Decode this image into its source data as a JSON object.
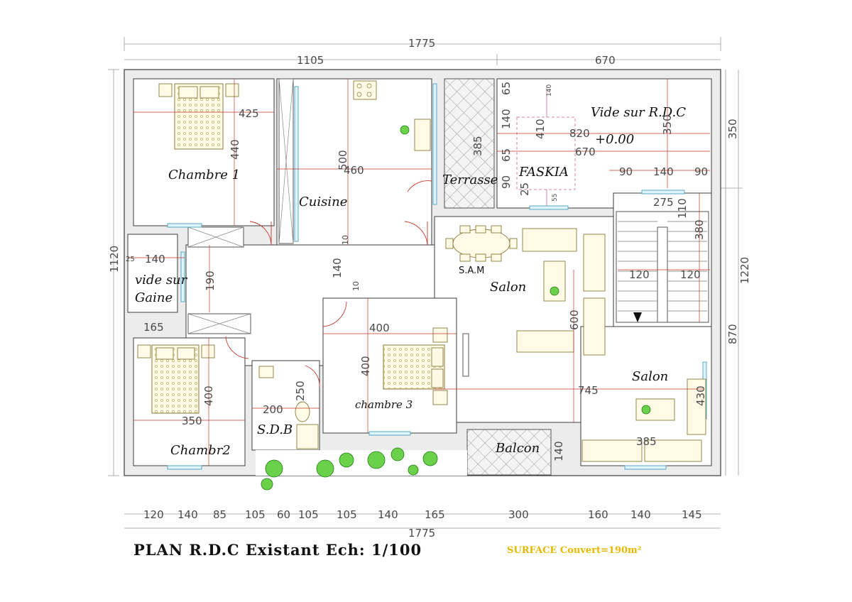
{
  "title": {
    "main": "PLAN R.D.C Existant Ech: 1/100",
    "surface": "SURFACE Couvert=190m²"
  },
  "colors": {
    "wall_fill": "#ececec",
    "dimension_line": "#c0392b",
    "window": "#58a9c6",
    "surface_text": "#e6b800",
    "plants": "#6bd14a"
  },
  "rooms": {
    "chambre1": "Chambre 1",
    "cuisine": "Cuisine",
    "terrasse": "Terrasse",
    "faskia": "FASKIA",
    "vide_rdc": "Vide sur R.D.C",
    "level": "+0.00",
    "vide_gaine_1": "vide sur",
    "vide_gaine_2": "Gaine",
    "sam": "S.A.M",
    "salon1": "Salon",
    "salon2": "Salon",
    "chambre3": "chambre 3",
    "chambre2": "Chambr2",
    "sdb": "S.D.B",
    "balcon": "Balcon"
  },
  "dimensions": {
    "top_total": "1775",
    "top_left": "1105",
    "top_right": "670",
    "bottom_total": "1775",
    "bottom_segments": [
      "120",
      "140",
      "85",
      "105",
      "60",
      "105",
      "105",
      "140",
      "165",
      "300",
      "160",
      "140",
      "145"
    ],
    "left_total": "1120",
    "right_top": "350",
    "right_mid": "1220",
    "right_bottom": "870",
    "interior": {
      "ch1_w": "425",
      "ch1_h": "440",
      "cuisine_h": "500",
      "cuisine_w": "460",
      "terrasse_h": "385",
      "t_65a": "65",
      "t_140": "140",
      "t_65b": "65",
      "t_90": "90",
      "t_25": "25",
      "faskia_410": "410",
      "faskia_140": "140",
      "faskia_55": "55",
      "vide_820": "820",
      "vide_670": "670",
      "vide_350": "350",
      "r_90a": "90",
      "r_140": "140",
      "r_90b": "90",
      "stair_275": "275",
      "stair_110": "110",
      "stair_380": "380",
      "stair_120a": "120",
      "stair_120b": "120",
      "cuisine_10": "10",
      "gaine_25": "25",
      "gaine_140": "140",
      "gaine_165": "165",
      "hall_190": "190",
      "hall_140": "140",
      "hall_10": "10",
      "ch3_400w": "400",
      "ch3_400h": "400",
      "salon_600": "600",
      "salon_745": "745",
      "salon_430": "430",
      "salon_385": "385",
      "sdb_250": "250",
      "sdb_200": "200",
      "ch2_400": "400",
      "ch2_350": "350",
      "balcon_140": "140"
    }
  }
}
